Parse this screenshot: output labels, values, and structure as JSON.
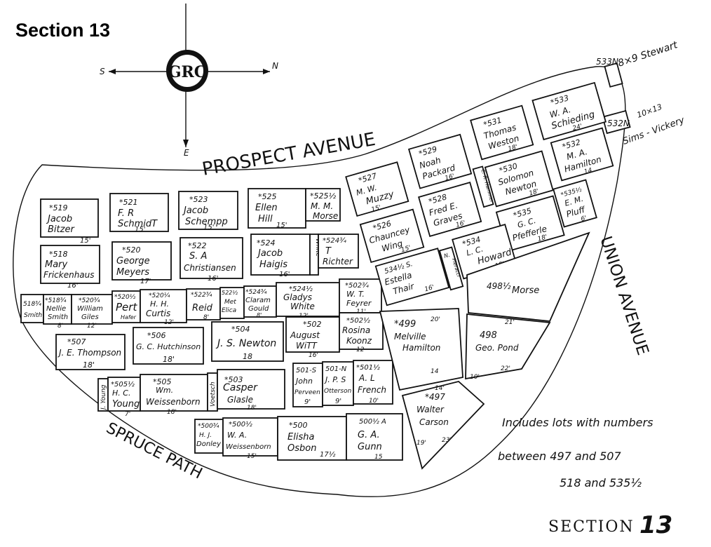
{
  "header": {
    "title": "Section 13"
  },
  "compass": {
    "west": "S",
    "east": "N",
    "south": "E",
    "monogram": "GRC"
  },
  "streets": {
    "prospect": "PROSPECT  AVENUE",
    "union": "UNION AVENUE",
    "spruce": "SPRUCE PATH"
  },
  "notes": {
    "line1": "Includes  lots  with  numbers",
    "line2": "between 497  and  507",
    "line3": "518  and  535½",
    "section_word": "SECTION",
    "section_num": "13"
  },
  "outside": {
    "lot533n": {
      "num": "533N",
      "text": "8×9 Stewart"
    },
    "lot532n": {
      "num": "532N",
      "text": "10×13",
      "name": "Sims - Vickery"
    }
  },
  "lots": {
    "l519": {
      "num": "*519",
      "name": "Jacob",
      "name2": "Bitzer",
      "meas": "15'"
    },
    "l521": {
      "num": "*521",
      "name": "F. R",
      "name2": "SchmidT",
      "meas": "15'"
    },
    "l523": {
      "num": "*523",
      "name": "Jacob",
      "name2": "Schempp",
      "meas": "15'"
    },
    "l525": {
      "num": "*525",
      "name": "Ellen",
      "name2": "Hill",
      "meas": "15'"
    },
    "l525h": {
      "num": "*525½",
      "name": "M. M.",
      "name2": "Morse"
    },
    "l518": {
      "num": "*518",
      "name": "Mary",
      "name2": "Frickenhaus",
      "meas": "16'"
    },
    "l520": {
      "num": "*520",
      "name": "George",
      "name2": "Meyers",
      "meas": "17'"
    },
    "l522": {
      "num": "*522",
      "name": "S. A",
      "name2": "Christiansen",
      "meas": "16'"
    },
    "l524": {
      "num": "*524",
      "name": "Jacob",
      "name2": "Haigis",
      "meas": "16'"
    },
    "l524w": {
      "name": "White"
    },
    "l524q": {
      "num": "*524¾",
      "name": "T",
      "name2": "Richter"
    },
    "l518q": {
      "num": "518¾",
      "name": "Smith"
    },
    "l518t": {
      "num": "*518¾",
      "name": "Nellie",
      "name2": "Smith",
      "meas": "8'"
    },
    "l520t": {
      "num": "*520¾",
      "name": "William",
      "name2": "Giles",
      "meas": "12'"
    },
    "l520h": {
      "num": "*520½",
      "name": "Pert",
      "name2": "Hafer"
    },
    "l520q": {
      "num": "*520¼",
      "name": "H. H.",
      "name2": "Curtis",
      "meas": "12'"
    },
    "l522t": {
      "num": "*522¾",
      "name": "Reid",
      "meas": "8'"
    },
    "l522h": {
      "num": "522½",
      "name": "Met",
      "name2": "Elica"
    },
    "l524t": {
      "num": "*524¾",
      "name": "Claram",
      "name2": "Gould",
      "meas": "8'"
    },
    "l524h": {
      "num": "*524½",
      "name": "Gladys",
      "name2": "White",
      "meas": "12'"
    },
    "l502t": {
      "num": "*502¾",
      "name": "W. T.",
      "name2": "Feyrer",
      "meas": "11'"
    },
    "l507": {
      "num": "*507",
      "name": "J. E. Thompson",
      "meas": "18'"
    },
    "l506": {
      "num": "*506",
      "name": "G. C. Hutchinson",
      "meas": "18'"
    },
    "l504": {
      "num": "*504",
      "name": "J. S. Newton",
      "meas": "18"
    },
    "l502": {
      "num": "*502",
      "name": "August",
      "name2": "WiTT",
      "meas": "16'"
    },
    "l502h": {
      "num": "*502½",
      "name": "Rosina",
      "name2": "Koonz",
      "meas": "12"
    },
    "l505h": {
      "num": "*505½",
      "name": "H. C.",
      "name2": "Young",
      "meas": "7'"
    },
    "l505y": {
      "name": "J. Young"
    },
    "l505": {
      "num": "*505",
      "name": "Wm.",
      "name2": "Weissenborn",
      "meas": "18'"
    },
    "l503y": {
      "name": "Voetsch"
    },
    "l503": {
      "num": "*503",
      "name": "Casper",
      "name2": "Glasle",
      "meas": "18'"
    },
    "l501s": {
      "num": "501-S",
      "name": "John",
      "name2": "Perveen",
      "meas": "9'"
    },
    "l501n": {
      "num": "501-N",
      "name": "J. P. S",
      "name2": "Otterson",
      "meas": "9'"
    },
    "l501h": {
      "num": "*501½",
      "name": "A. L",
      "name2": "French",
      "meas": "10'"
    },
    "l500q": {
      "num": "*500¾",
      "name": "H. J.",
      "name2": "Donley"
    },
    "l500h": {
      "num": "*500½",
      "name": "W. A.",
      "name2": "Weissenborn",
      "meas": "15'"
    },
    "l500": {
      "num": "*500",
      "name": "Elisha",
      "name2": "Osbon",
      "meas": "17½"
    },
    "l500a": {
      "num": "500½ A",
      "name": "G. A.",
      "name2": "Gunn",
      "meas": "15"
    },
    "l527": {
      "num": "*527",
      "name": "M. W.",
      "name2": "Muzzy",
      "meas": "15'"
    },
    "l529": {
      "num": "*529",
      "name": "Noah",
      "name2": "Packard",
      "meas": "16'"
    },
    "l531": {
      "num": "*531",
      "name": "Thomas",
      "name2": "Weston",
      "meas": "18'"
    },
    "l533": {
      "num": "*533",
      "name": "W. A.",
      "name2": "Schieding",
      "meas": "24'"
    },
    "l532": {
      "num": "*532",
      "name": "M. A.",
      "name2": "Hamilton",
      "meas": "14"
    },
    "l526": {
      "num": "*526",
      "name": "Chauncey",
      "name2": "Wing",
      "meas": "15'"
    },
    "l528": {
      "num": "*528",
      "name": "Fred E.",
      "name2": "Graves",
      "meas": "16'"
    },
    "l528r": {
      "name": "C. R. Hammer"
    },
    "l530": {
      "num": "*530",
      "name": "Solomon",
      "name2": "Newton",
      "meas": "18'"
    },
    "l535h": {
      "num": "*535½",
      "name": "E. M.",
      "name2": "Pluff",
      "meas": "6'"
    },
    "l535": {
      "num": "*535",
      "name": "G. C.",
      "name2": "Pfefferle",
      "meas": "18'"
    },
    "l534": {
      "num": "534½ S.",
      "name": "Estella",
      "name2": "Thair",
      "meas": "16'"
    },
    "l534n": {
      "num": "N.",
      "name": "Pieracci"
    },
    "l534b": {
      "num": "*534",
      "name": "L. C.",
      "name2": "Howard",
      "meas": "15'"
    },
    "l498h": {
      "num": "498½",
      "name": "Morse"
    },
    "l499": {
      "num": "*499",
      "name": "Melville",
      "name2": "Hamilton",
      "meas": "20'",
      "meas2": "14"
    },
    "l498": {
      "num": "498",
      "name": "Geo. Pond",
      "meas": "21'",
      "meas2": "22'",
      "meas3": "10'"
    },
    "l497": {
      "num": "*497",
      "name": "Walter",
      "name2": "Carson",
      "meas": "14'",
      "meas2": "19'",
      "meas3": "23'"
    }
  }
}
